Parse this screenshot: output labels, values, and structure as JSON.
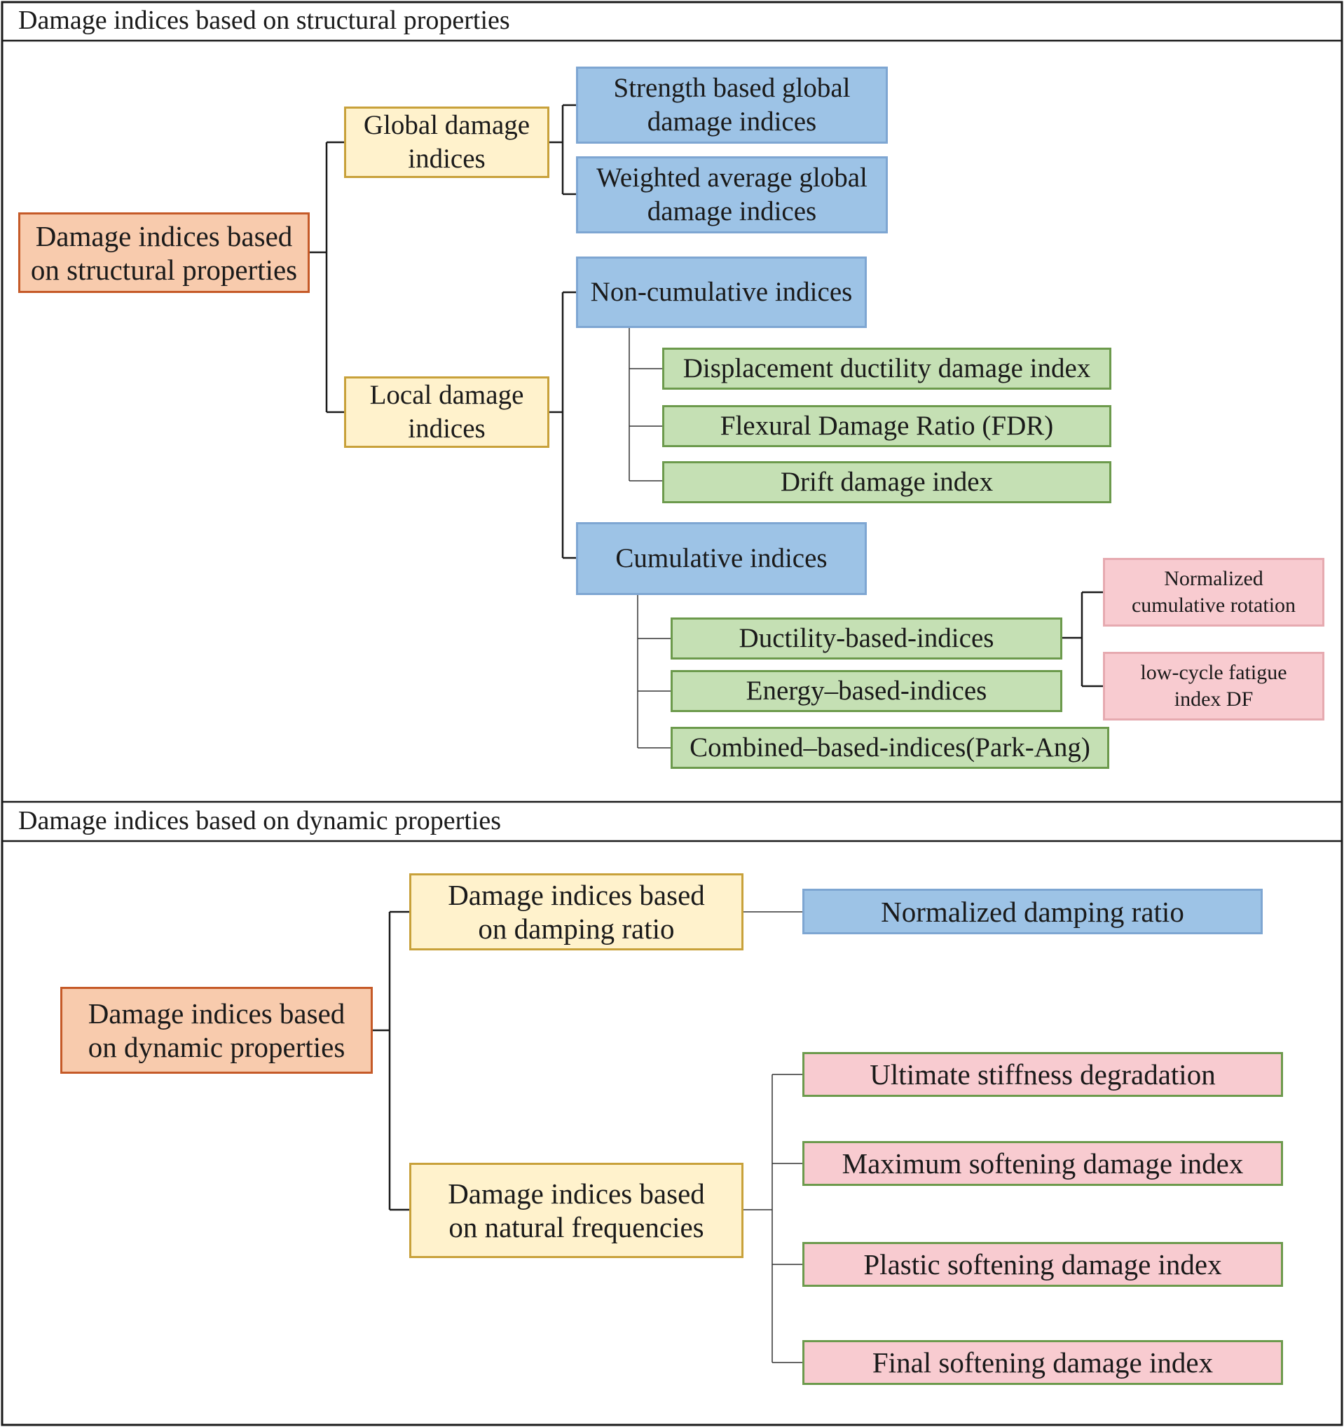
{
  "sections": {
    "structural_title": "Damage indices based on structural properties",
    "dynamic_title": "Damage indices based on dynamic properties"
  },
  "structural": {
    "root": "Damage indices based\non structural properties",
    "global": "Global damage\nindices",
    "strength_global": "Strength based global\ndamage indices",
    "weighted_global": "Weighted average global\ndamage indices",
    "local": "Local  damage\nindices",
    "non_cumulative": "Non-cumulative indices",
    "displacement_ductility": "Displacement ductility damage index",
    "flexural_damage_ratio": "Flexural Damage Ratio (FDR)",
    "drift_damage": "Drift damage index",
    "cumulative": "Cumulative indices",
    "ductility_based": "Ductility-based-indices",
    "energy_based": "Energy–based-indices",
    "combined_based": "Combined–based-indices(Park-Ang)",
    "normalized_cumulative_rotation": "Normalized\ncumulative rotation",
    "low_cycle_fatigue": "low-cycle  fatigue\nindex DF"
  },
  "dynamic": {
    "root": "Damage indices based\non dynamic properties",
    "damping_ratio": "Damage indices based\non damping ratio",
    "normalized_damping": "Normalized damping ratio",
    "natural_frequencies": "Damage indices based\non natural frequencies",
    "ultimate_stiffness": "Ultimate stiffness degradation",
    "maximum_softening": "Maximum softening damage index",
    "plastic_softening": "Plastic softening damage index",
    "final_softening": "Final softening damage index"
  }
}
